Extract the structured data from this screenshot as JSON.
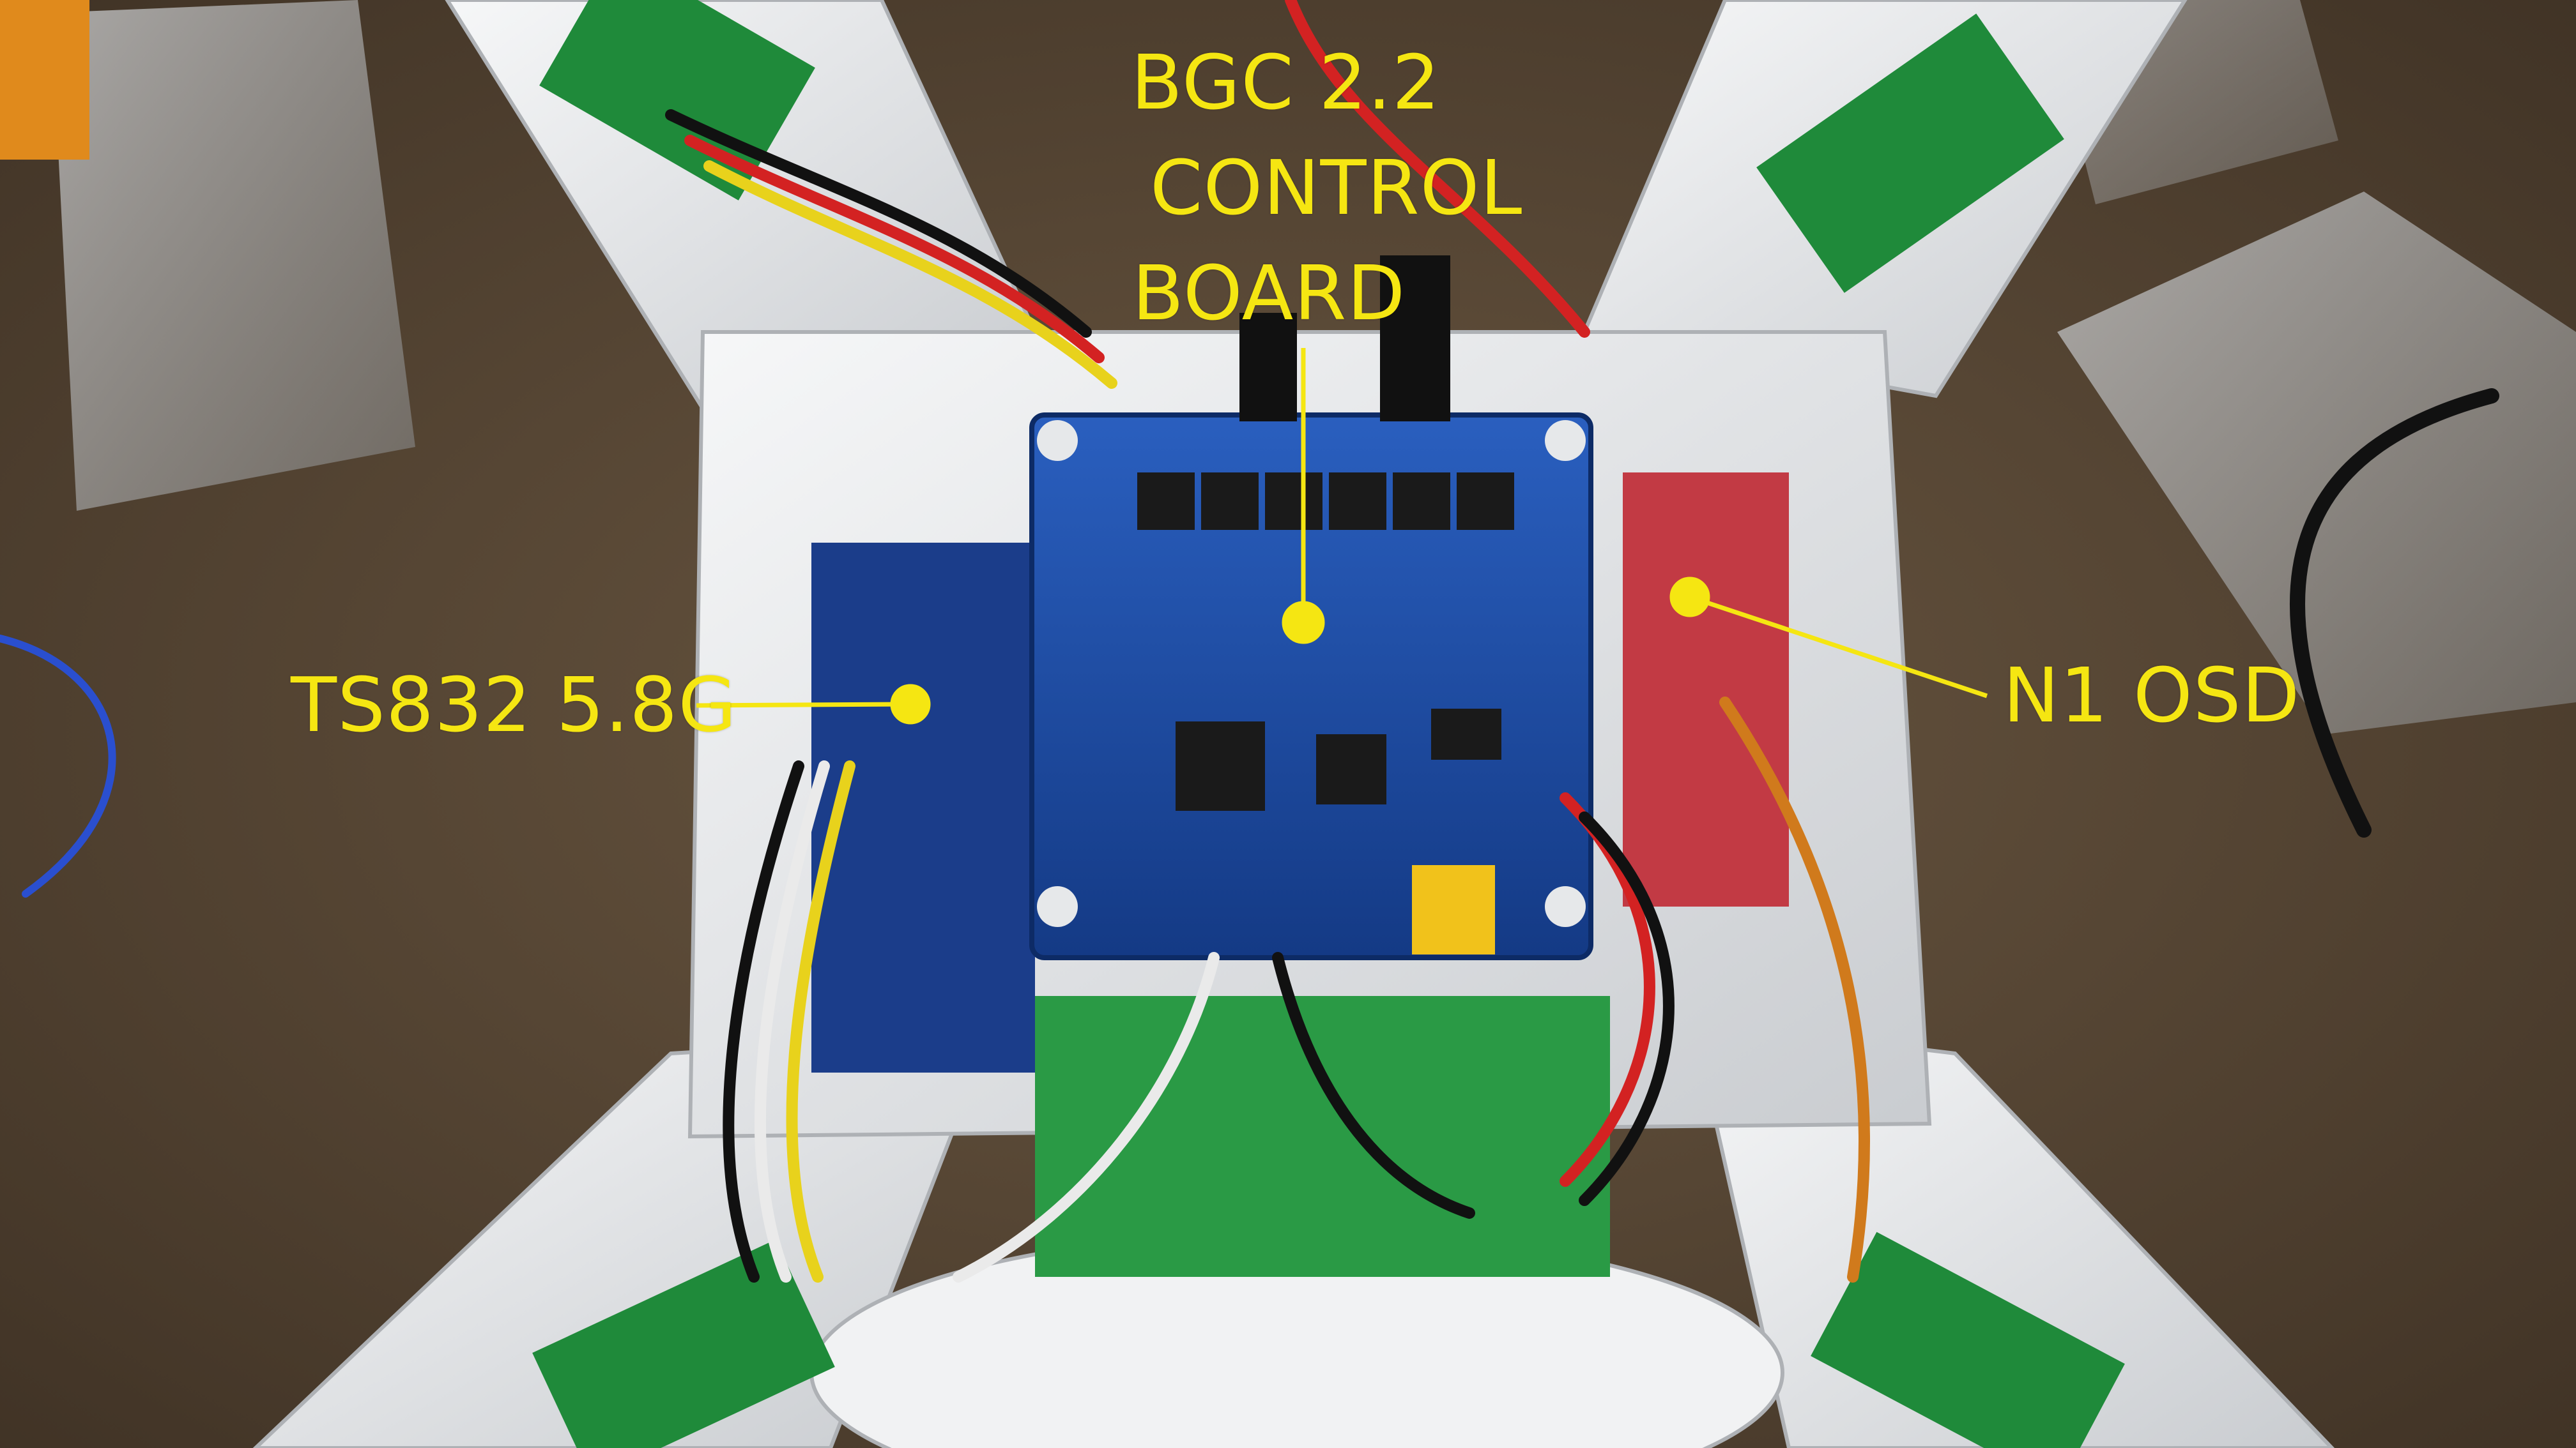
{
  "annotations": {
    "bgc_line1": "BGC 2.2",
    "bgc_line2": "CONTROL",
    "bgc_line3": "BOARD",
    "ts": "TS832 5.8G",
    "n1": "N1 OSD"
  },
  "colors": {
    "label": "#f5e612",
    "bench": "#5d4b37",
    "frame": "#eceef0",
    "pcb_blue": "#1c4fa6",
    "pcb_green": "#1f8a3a"
  }
}
